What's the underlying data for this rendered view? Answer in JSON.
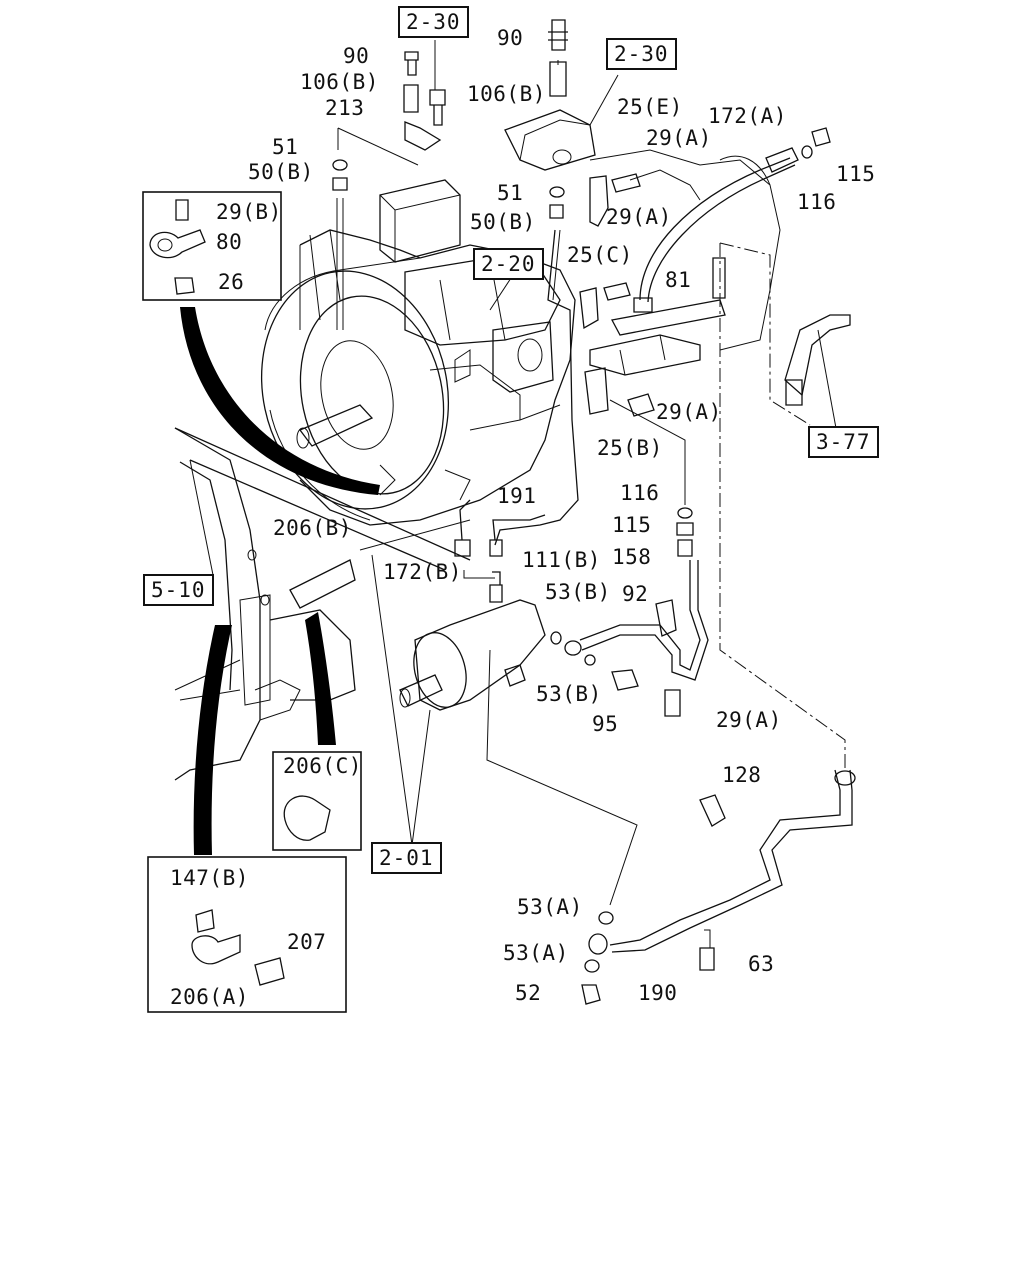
{
  "diagram": {
    "colors": {
      "line": "#111111",
      "background": "#ffffff"
    },
    "reference_boxes": [
      "2-30",
      "2-30",
      "2-20",
      "3-77",
      "5-10",
      "2-01"
    ],
    "callouts": [
      "90",
      "106(B)",
      "213",
      "51",
      "50(B)",
      "90",
      "106(B)",
      "25(E)",
      "172(A)",
      "29(A)",
      "115",
      "116",
      "51",
      "50(B)",
      "29(A)",
      "25(C)",
      "81",
      "29(A)",
      "25(B)",
      "29(B)",
      "80",
      "26",
      "191",
      "116",
      "115",
      "158",
      "206(B)",
      "172(B)",
      "111(B)",
      "53(B)",
      "92",
      "53(B)",
      "95",
      "29(A)",
      "206(C)",
      "128",
      "147(B)",
      "207",
      "206(A)",
      "53(A)",
      "53(A)",
      "52",
      "190",
      "63"
    ]
  }
}
